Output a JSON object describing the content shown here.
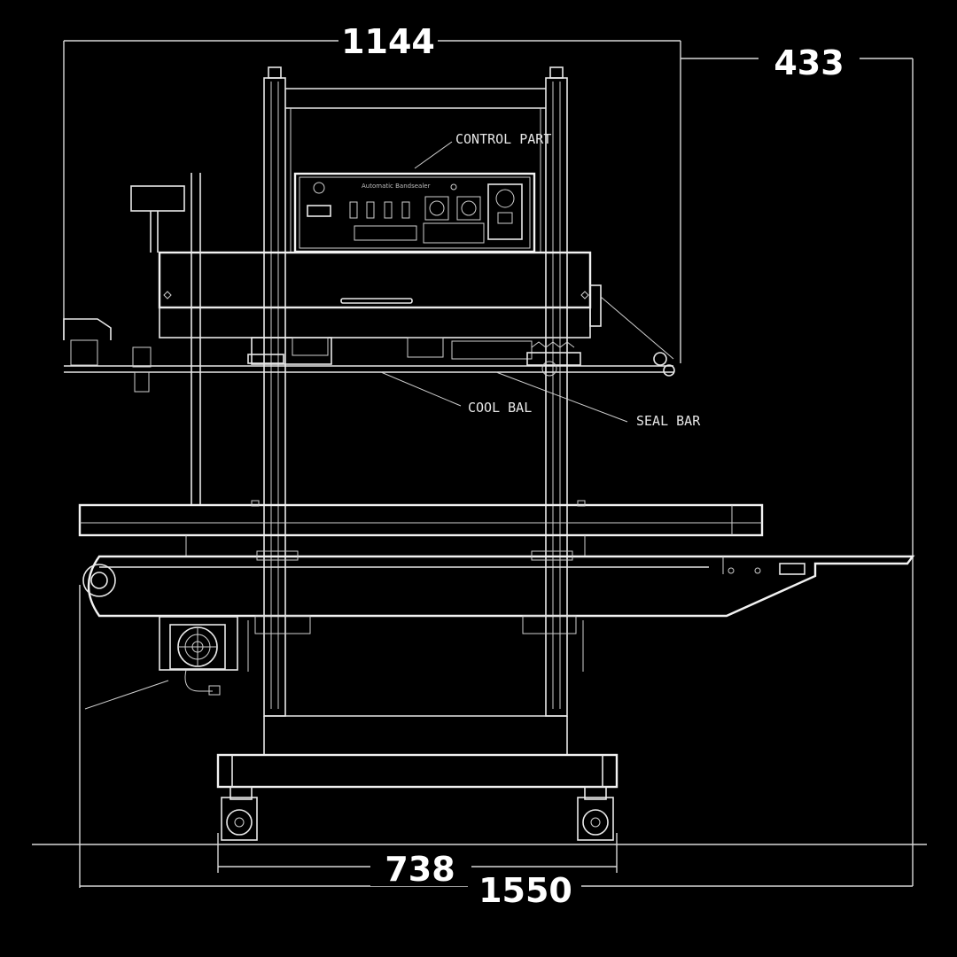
{
  "dimensions": {
    "top_width": "1144",
    "side_depth": "433",
    "base_width": "738",
    "overall_width": "1550"
  },
  "callouts": {
    "control_part": "CONTROL PART",
    "cool_bar": "COOL BAL",
    "seal_bar": "SEAL BAR"
  },
  "panel": {
    "title": "Automatic Bandsealer"
  },
  "colors": {
    "background": "#000000",
    "line": "#e8e8e8",
    "text": "#ffffff"
  }
}
